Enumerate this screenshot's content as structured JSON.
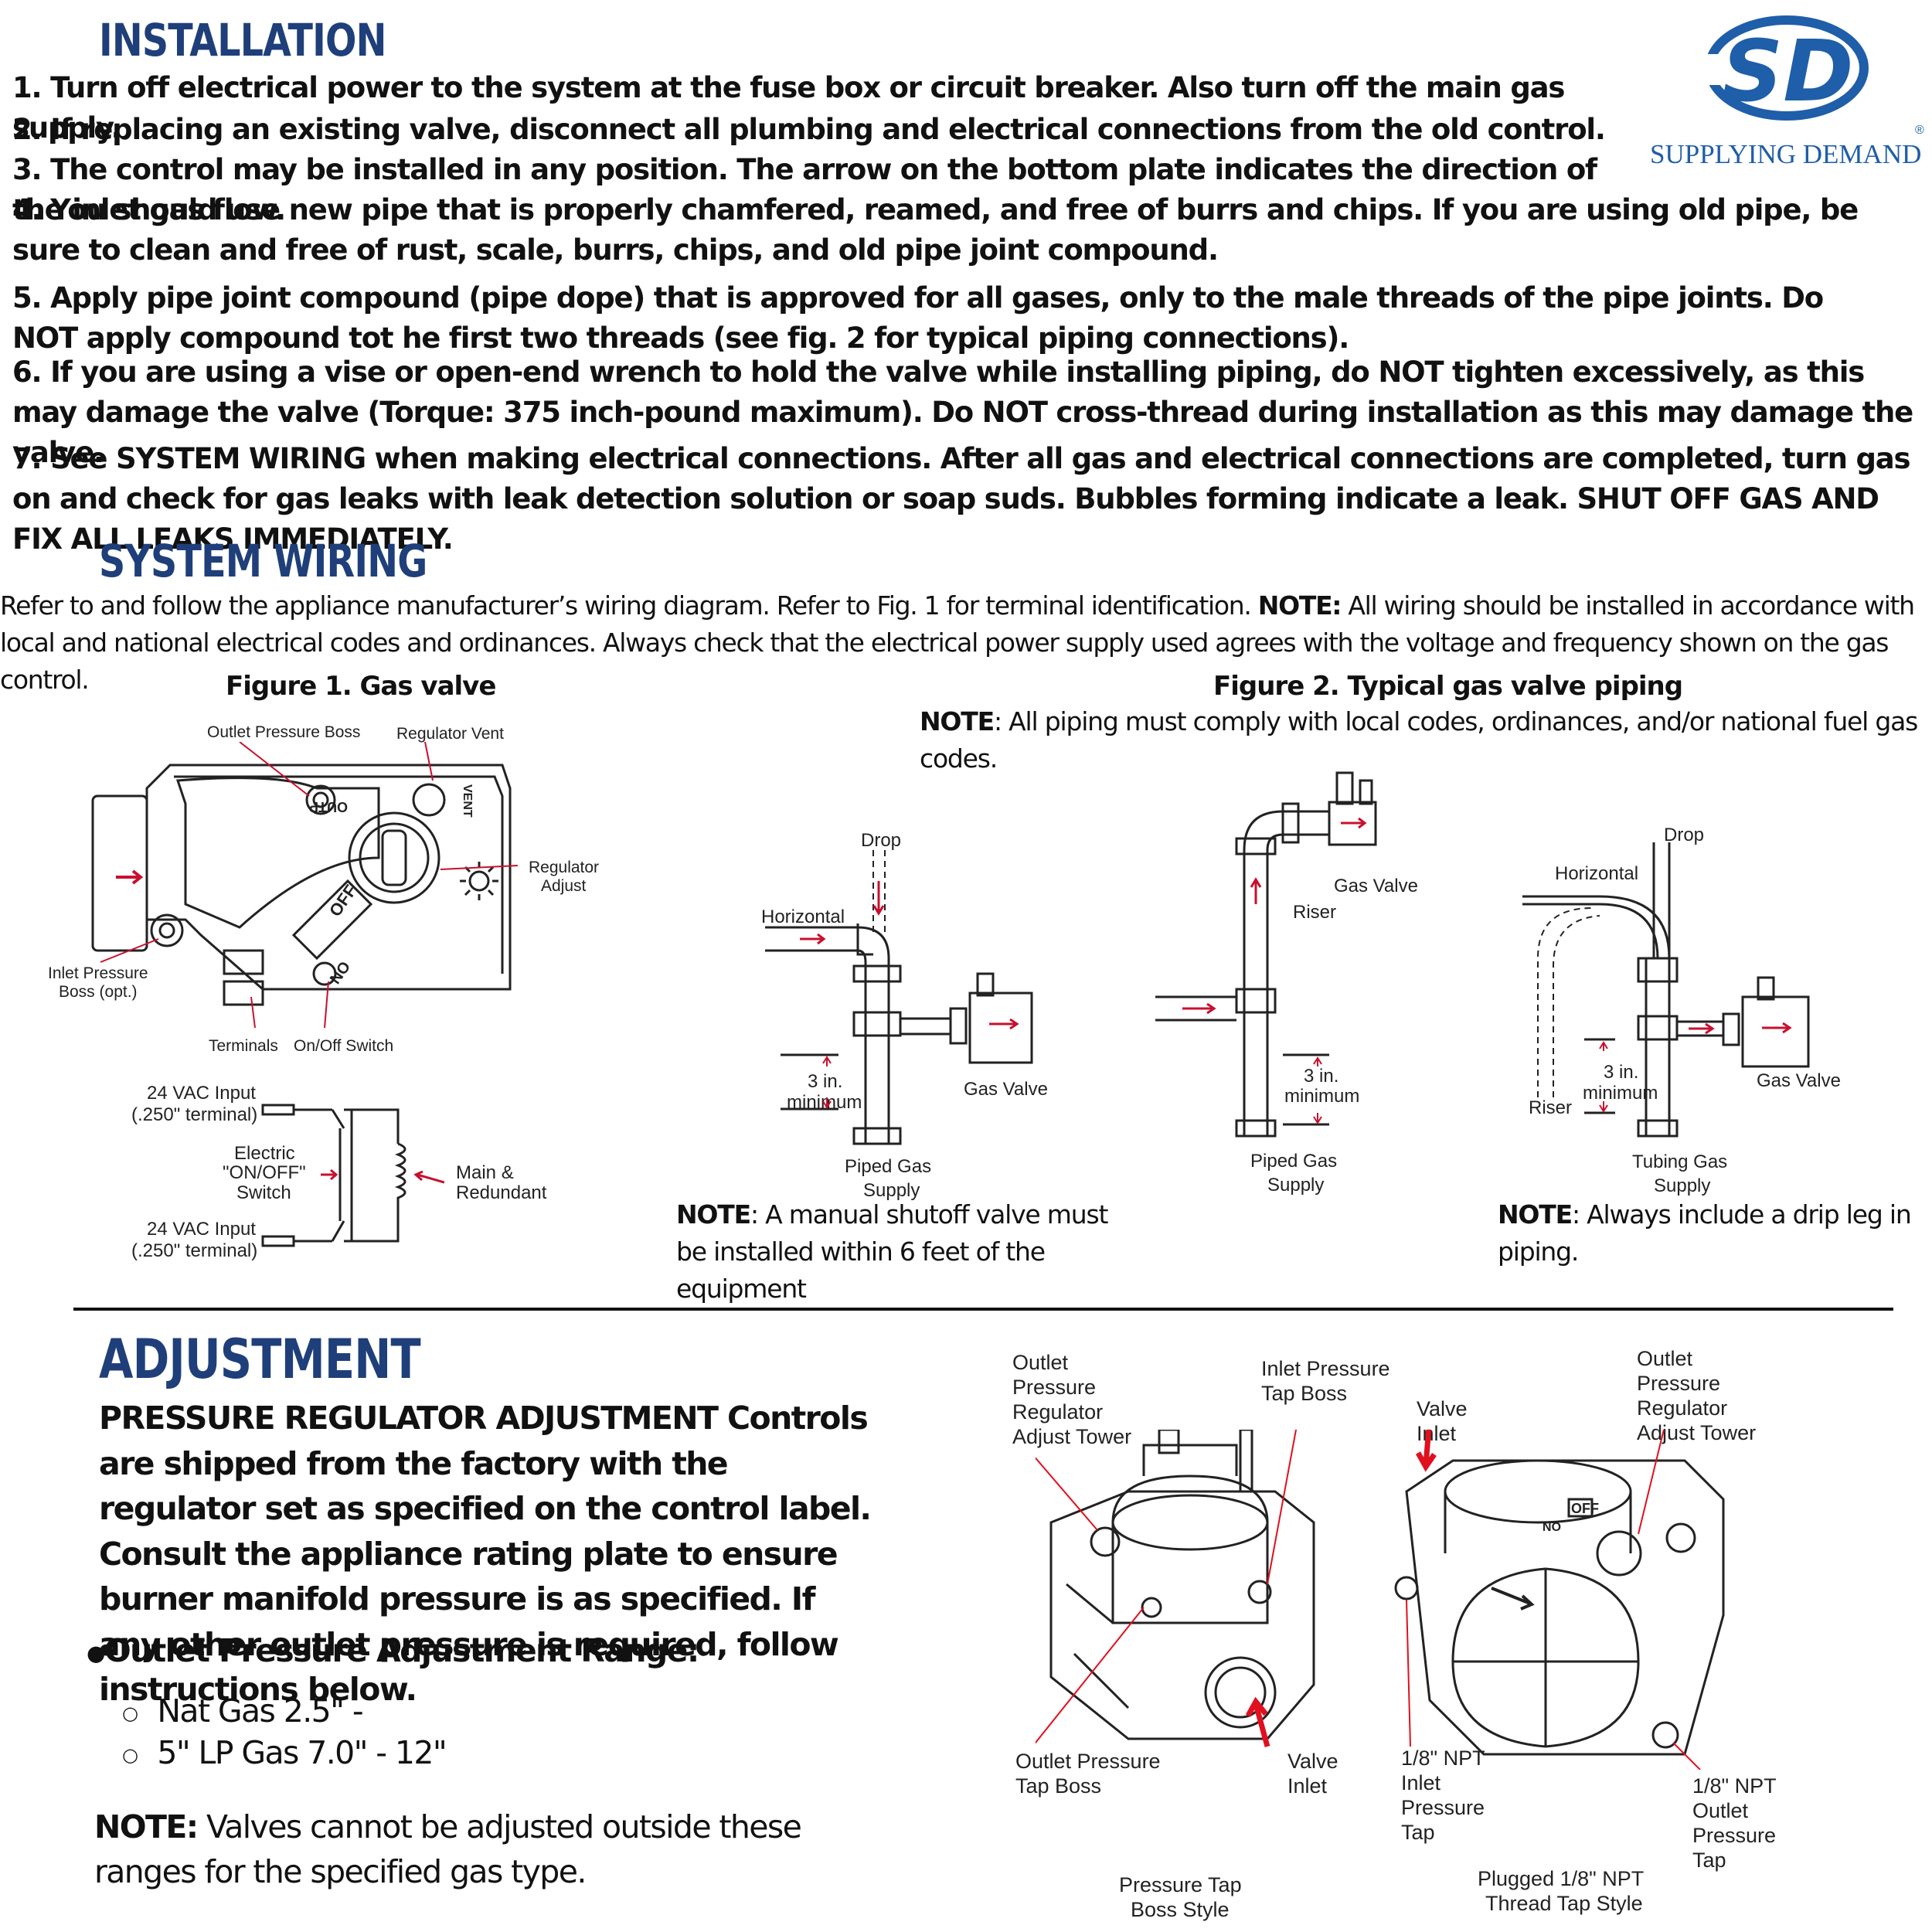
{
  "brand": {
    "logo_letters": "SD",
    "name": "SUPPLYING DEMAND",
    "reg_mark": "®",
    "color": "#1f5ea8"
  },
  "installation": {
    "heading": "INSTALLATION",
    "steps": [
      "1. Turn off electrical power to the system at the fuse box or circuit breaker. Also turn off the main gas supply.",
      "2. If replacing an existing valve, disconnect all plumbing and electrical connections from the old control.",
      "3. The control may be installed in any position. The arrow on the bottom plate indicates the direction of the inlet gas flow.",
      "4. You should use new pipe that is properly chamfered, reamed, and free of burrs and chips. If you are using old pipe, be sure to clean and free of rust, scale, burrs, chips, and old pipe joint compound.",
      "5. Apply pipe joint compound (pipe dope) that is approved for all gases, only to the male threads of the pipe joints. Do NOT apply compound tot he first two threads (see fig. 2 for typical piping connections).",
      "6. If you are using a vise or open-end wrench to hold the valve while installing piping, do NOT tighten excessively, as this may damage the valve (Torque: 375 inch-pound maximum). Do NOT cross-thread during installation as this may damage the valve.",
      "7. See SYSTEM WIRING when making electrical connections. After all gas and electrical connections are completed, turn gas on and check for gas leaks with leak detection solution or soap suds. Bubbles forming indicate a leak. SHUT OFF GAS AND FIX ALL LEAKS IMMEDIATELY."
    ]
  },
  "system_wiring": {
    "heading": "SYSTEM WIRING",
    "text_a": "Refer to and follow the appliance manufacturer’s wiring diagram. Refer to Fig. 1 for terminal identification. ",
    "note_label": "NOTE:",
    "text_b": " All wiring should be installed in accordance with local and national electrical codes and ordinances. Always check that the electrical power supply used agrees with the voltage and frequency shown on the gas control."
  },
  "figure1": {
    "title": "Figure 1. Gas valve",
    "outlet_pressure_boss": "Outlet Pressure Boss",
    "regulator_vent": "Regulator Vent",
    "regulator_adjust_1": "Regulator",
    "regulator_adjust_2": "Adjust",
    "inlet_pressure_1": "Inlet Pressure",
    "inlet_pressure_2": "Boss (opt.)",
    "terminals": "Terminals",
    "onoff_switch": "On/Off Switch",
    "valve_outp": "OUTP",
    "valve_vent": "VENT",
    "valve_off": "OFF",
    "valve_on": "ON",
    "wiring_input1_1": "24 VAC Input",
    "wiring_input1_2": "(.250\" terminal)",
    "wiring_switch_1": "Electric",
    "wiring_switch_2": "\"ON/OFF\"",
    "wiring_switch_3": "Switch",
    "wiring_main_1": "Main &",
    "wiring_main_2": "Redundant",
    "wiring_input2_1": "24 VAC Input",
    "wiring_input2_2": "(.250\" terminal)"
  },
  "figure2": {
    "title": "Figure 2. Typical gas valve piping",
    "note_label": "NOTE",
    "note_text": ": All piping must comply with local codes, ordinances, and/or national fuel gas codes.",
    "d1_drop": "Drop",
    "d1_horizontal": "Horizontal",
    "d1_min_1": "3 in.",
    "d1_min_2": "minimum",
    "d1_gas_valve": "Gas Valve",
    "d1_supply_1": "Piped Gas",
    "d1_supply_2": "Supply",
    "d2_gas_valve": "Gas Valve",
    "d2_riser": "Riser",
    "d2_min_1": "3 in.",
    "d2_min_2": "minimum",
    "d2_supply_1": "Piped Gas",
    "d2_supply_2": "Supply",
    "d3_drop": "Drop",
    "d3_horizontal": "Horizontal",
    "d3_min_1": "3 in.",
    "d3_min_2": "minimum",
    "d3_riser": "Riser",
    "d3_gas_valve": "Gas Valve",
    "d3_supply_1": "Tubing Gas",
    "d3_supply_2": "Supply",
    "note2_label": "NOTE",
    "note2_text": ": A manual shutoff valve must be installed within 6 feet of the equipment",
    "note3_label": "NOTE",
    "note3_text": ": Always include a drip leg in piping."
  },
  "adjustment": {
    "heading": "ADJUSTMENT",
    "lead": "PRESSURE REGULATOR ADJUSTMENT",
    "text": " Controls are shipped from the factory with the regulator set as specified on the control label. Consult the appliance rating plate to ensure burner manifold pressure is as specified. If any other outlet pressure is required, follow instructions below.",
    "range_label": "Outlet Pressure Adjustment Range:",
    "range_items": [
      "Nat Gas 2.5\" -",
      "5\" LP Gas 7.0\" - 12\""
    ],
    "note_label": "NOTE:",
    "note_text": " Valves cannot be adjusted outside these ranges for the specified gas type."
  },
  "figure3": {
    "left_outlet_1": "Outlet",
    "left_outlet_2": "Pressure",
    "left_outlet_3": "Regulator",
    "left_outlet_4": "Adjust Tower",
    "left_inlet_1": "Inlet Pressure",
    "left_inlet_2": "Tap Boss",
    "left_outlet_tap_1": "Outlet Pressure",
    "left_outlet_tap_2": "Tap Boss",
    "left_valve_inlet_1": "Valve",
    "left_valve_inlet_2": "Inlet",
    "left_caption_1": "Pressure Tap",
    "left_caption_2": "Boss Style",
    "right_valve_inlet_1": "Valve",
    "right_valve_inlet_2": "Inlet",
    "right_outlet_1": "Outlet",
    "right_outlet_2": "Pressure",
    "right_outlet_3": "Regulator",
    "right_outlet_4": "Adjust Tower",
    "right_off": "OFF",
    "right_on": "ON",
    "right_inlet_tap_1": "1/8\" NPT",
    "right_inlet_tap_2": "Inlet",
    "right_inlet_tap_3": "Pressure",
    "right_inlet_tap_4": "Tap",
    "right_outlet_tap_1": "1/8\" NPT",
    "right_outlet_tap_2": "Outlet",
    "right_outlet_tap_3": "Pressure",
    "right_outlet_tap_4": "Tap",
    "right_caption_1": "Plugged 1/8\" NPT",
    "right_caption_2": "Thread Tap Style"
  }
}
